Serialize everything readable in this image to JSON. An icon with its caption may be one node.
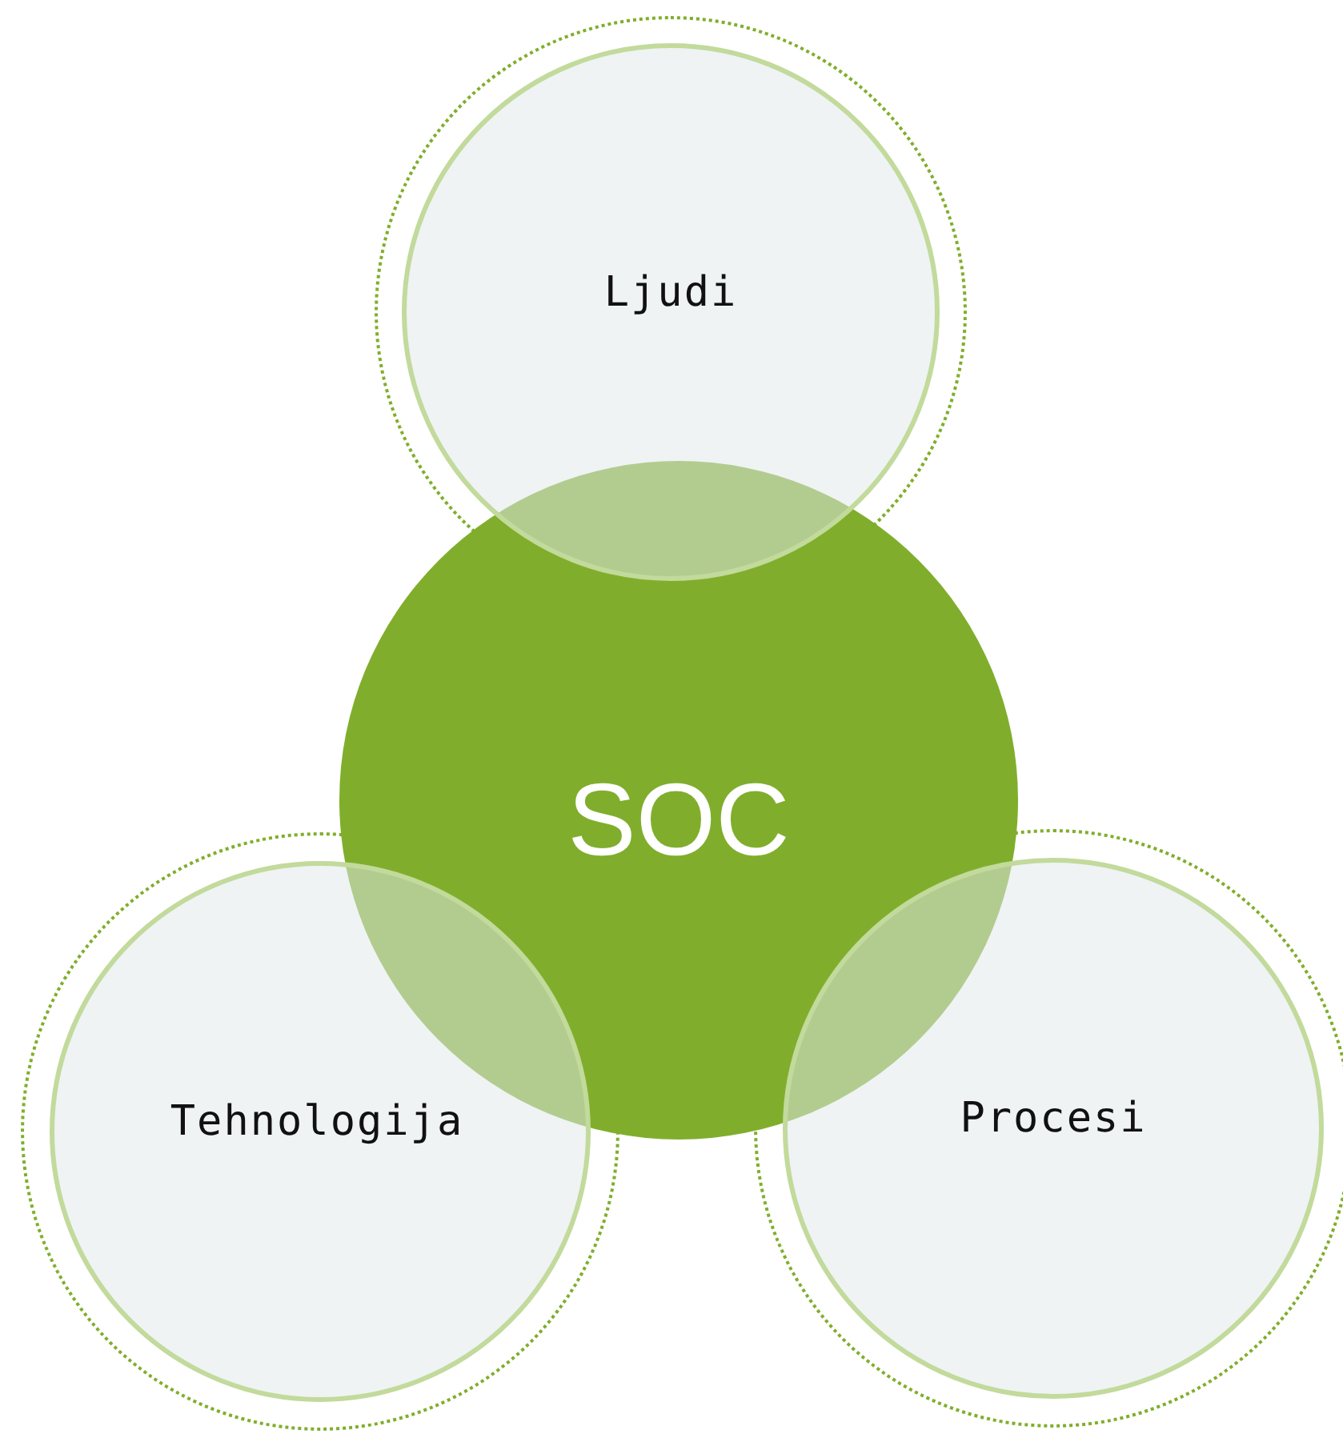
{
  "diagram": {
    "nodes": [
      {
        "text": [
          "SOC"
        ]
      },
      {
        "text": [
          "Ljudi"
        ]
      },
      {
        "text": [
          "Tehnologija"
        ]
      },
      {
        "text": [
          "Procesi"
        ]
      }
    ]
  }
}
